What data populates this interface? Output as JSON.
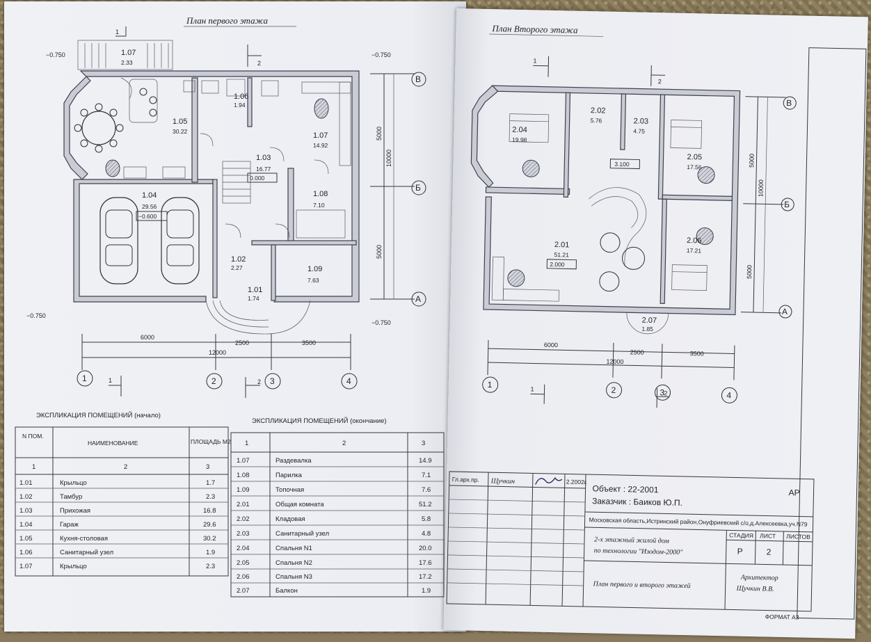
{
  "left_sheet": {
    "title": "План первого этажа",
    "levels": {
      "tl": "−0.750",
      "tr": "−0.750",
      "bl": "−0.750",
      "br": "−0.750"
    },
    "axes_rows": [
      "В",
      "Б",
      "А"
    ],
    "axes_cols": [
      "1",
      "2",
      "3",
      "4"
    ],
    "section_marks": [
      "1",
      "1",
      "2",
      "2"
    ],
    "rooms": [
      {
        "id": "1.07",
        "area": "2.33"
      },
      {
        "id": "1.05",
        "area": "30.22"
      },
      {
        "id": "1.06",
        "area": "1.94"
      },
      {
        "id": "1.07",
        "area": "14.92"
      },
      {
        "id": "1.03",
        "area": "16.77",
        "level": "0.000"
      },
      {
        "id": "1.04",
        "area": "29.56",
        "level": "−0.600"
      },
      {
        "id": "1.08",
        "area": "7.10"
      },
      {
        "id": "1.02",
        "area": "2.27"
      },
      {
        "id": "1.09",
        "area": "7.63"
      },
      {
        "id": "1.01",
        "area": "1.74"
      }
    ],
    "dims_h": [
      "6000",
      "2500",
      "3500",
      "12000"
    ],
    "dims_v": [
      "5000",
      "10000",
      "5000"
    ]
  },
  "right_sheet": {
    "title": "План Второго этажа",
    "axes_rows": [
      "В",
      "Б",
      "А"
    ],
    "axes_cols": [
      "1",
      "2",
      "3",
      "4"
    ],
    "section_marks": [
      "1",
      "2",
      "1",
      "2"
    ],
    "rooms": [
      {
        "id": "2.04",
        "area": "19.98"
      },
      {
        "id": "2.02",
        "area": "5.76"
      },
      {
        "id": "2.03",
        "area": "4.75"
      },
      {
        "id": "2.05",
        "area": "17.56"
      },
      {
        "id": "2.01",
        "area": "51.21",
        "level": "2.000"
      },
      {
        "id": "2.06",
        "area": "17.21"
      },
      {
        "id": "2.07",
        "area": "1.85"
      }
    ],
    "landing_level": "3.100",
    "dims_h": [
      "6000",
      "2500",
      "3500",
      "12000"
    ],
    "dims_v": [
      "5000",
      "10000",
      "5000"
    ]
  },
  "table1": {
    "title": "ЭКСПЛИКАЦИЯ ПОМЕЩЕНИЙ  (начало)",
    "headers": [
      "N ПОМ.",
      "НАИМЕНОВАНИЕ",
      "ПЛОЩАДЬ М2"
    ],
    "index_row": [
      "1",
      "2",
      "3"
    ],
    "rows": [
      [
        "1.01",
        "Крыльцо",
        "1.7"
      ],
      [
        "1.02",
        "Тамбур",
        "2.3"
      ],
      [
        "1.03",
        "Прихожая",
        "16.8"
      ],
      [
        "1.04",
        "Гараж",
        "29.6"
      ],
      [
        "1.05",
        "Кухня-столовая",
        "30.2"
      ],
      [
        "1.06",
        "Санитарный узел",
        "1.9"
      ],
      [
        "1.07",
        "Крыльцо",
        "2.3"
      ]
    ]
  },
  "table2": {
    "title": "ЭКСПЛИКАЦИЯ ПОМЕЩЕНИЙ  (окончание)",
    "index_row": [
      "1",
      "2",
      "3"
    ],
    "rows": [
      [
        "1.07",
        "Раздевалка",
        "14.9"
      ],
      [
        "1.08",
        "Парилка",
        "7.1"
      ],
      [
        "1.09",
        "Топочная",
        "7.6"
      ],
      [
        "2.01",
        "Общая комната",
        "51.2"
      ],
      [
        "2.02",
        "Кладовая",
        "5.8"
      ],
      [
        "2.03",
        "Санитарный узел",
        "4.8"
      ],
      [
        "2.04",
        "Спальня  N1",
        "20.0"
      ],
      [
        "2.05",
        "Спальня  N2",
        "17.6"
      ],
      [
        "2.06",
        "Спальня  N3",
        "17.2"
      ],
      [
        "2.07",
        "Балкон",
        "1.9"
      ]
    ]
  },
  "stamp": {
    "role": "Гл.арх.пр.",
    "person": "Щучкин",
    "date": "2.2002г.",
    "object": "Объект  :  22-2001",
    "client": "Заказчик :  Баиков Ю.П.",
    "code": "АР",
    "address": "Московская область,Истринский район,Онуфриевский с/о,д.Алексеевка,уч.N79",
    "project_line1": "2-х этажный жилой дом",
    "project_line2": "по технологии \"Изодом-2000\"",
    "stage_label": "СТАДИЯ",
    "sheet_label": "ЛИСТ",
    "sheets_label": "ЛИСТОВ",
    "stage": "Р",
    "sheet": "2",
    "drawing": "План первого и второго этажей",
    "architect_title": "Архитектор",
    "architect_name": "Щучкин В.В.",
    "format": "ФОРМАТ А3"
  }
}
